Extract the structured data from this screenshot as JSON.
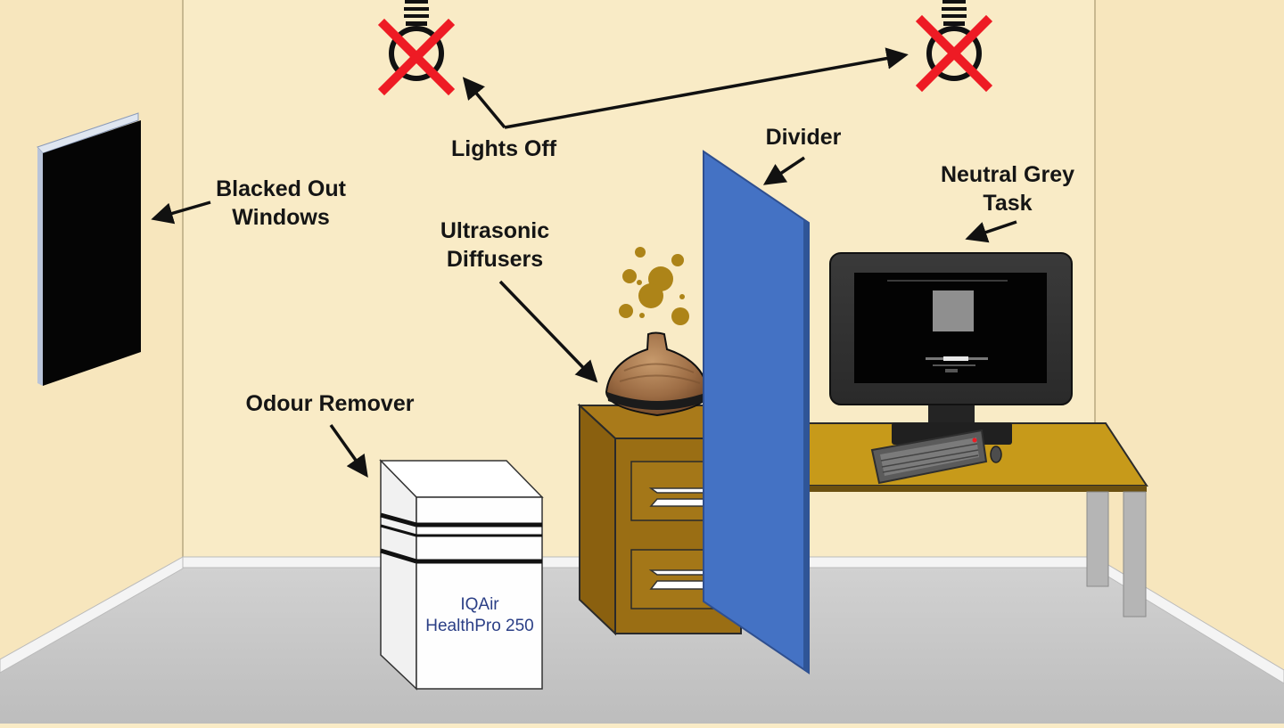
{
  "labels": {
    "lights_off": "Lights Off",
    "blacked_out_line1": "Blacked Out",
    "blacked_out_line2": "Windows",
    "divider": "Divider",
    "neutral_grey_line1": "Neutral Grey",
    "neutral_grey_line2": "Task",
    "diffusers_line1": "Ultrasonic",
    "diffusers_line2": "Diffusers",
    "odour_remover": "Odour Remover"
  },
  "purifier": {
    "brand_line1": "IQAir",
    "brand_line2": "HealthPro 250"
  },
  "colors": {
    "wall": "#f9ebc6",
    "floor": "#c9c9c9",
    "divider": "#4472c4",
    "cabinet": "#9a6e14",
    "desk": "#c79a1a",
    "cross": "#ee1b24",
    "arrow": "#111111"
  },
  "icons": [
    "light-bulb-icon",
    "cross-icon",
    "bubbles-icon",
    "keyboard-icon",
    "mouse-icon"
  ]
}
